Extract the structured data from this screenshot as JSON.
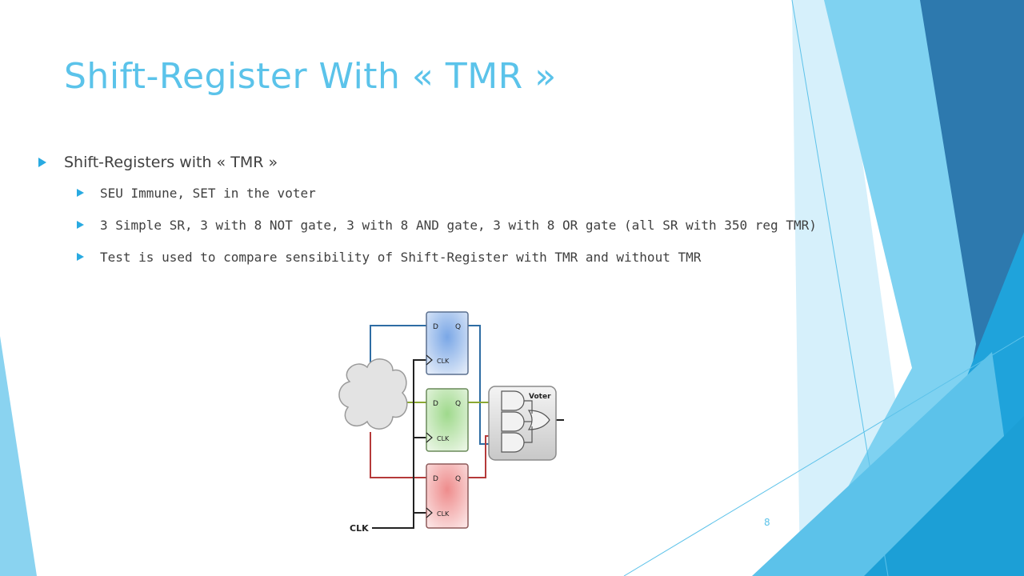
{
  "slide": {
    "title": "Shift-Register With « TMR »",
    "page_number": "8"
  },
  "bullets": {
    "main": "Shift-Registers with « TMR »",
    "sub": [
      "SEU Immune, SET in the voter",
      "3 Simple SR, 3 with 8 NOT gate, 3 with 8 AND gate, 3 with 8 OR gate (all SR with 350 reg TMR)",
      "Test is used to compare sensibility of Shift-Register with TMR and without TMR"
    ]
  },
  "diagram": {
    "ff_d_label": "D",
    "ff_q_label": "Q",
    "ff_clk_label": "CLK",
    "voter_label": "Voter",
    "clk_input_label": "CLK"
  },
  "colors": {
    "title": "#5bc3ea",
    "bullet_arrow": "#29aae1",
    "wire_blue": "#2e6da4",
    "wire_green": "#8aa832",
    "wire_red": "#b53a3a",
    "ff_blue": "#aac6ec",
    "ff_green": "#bde3b0",
    "ff_red": "#f0a8a8"
  }
}
